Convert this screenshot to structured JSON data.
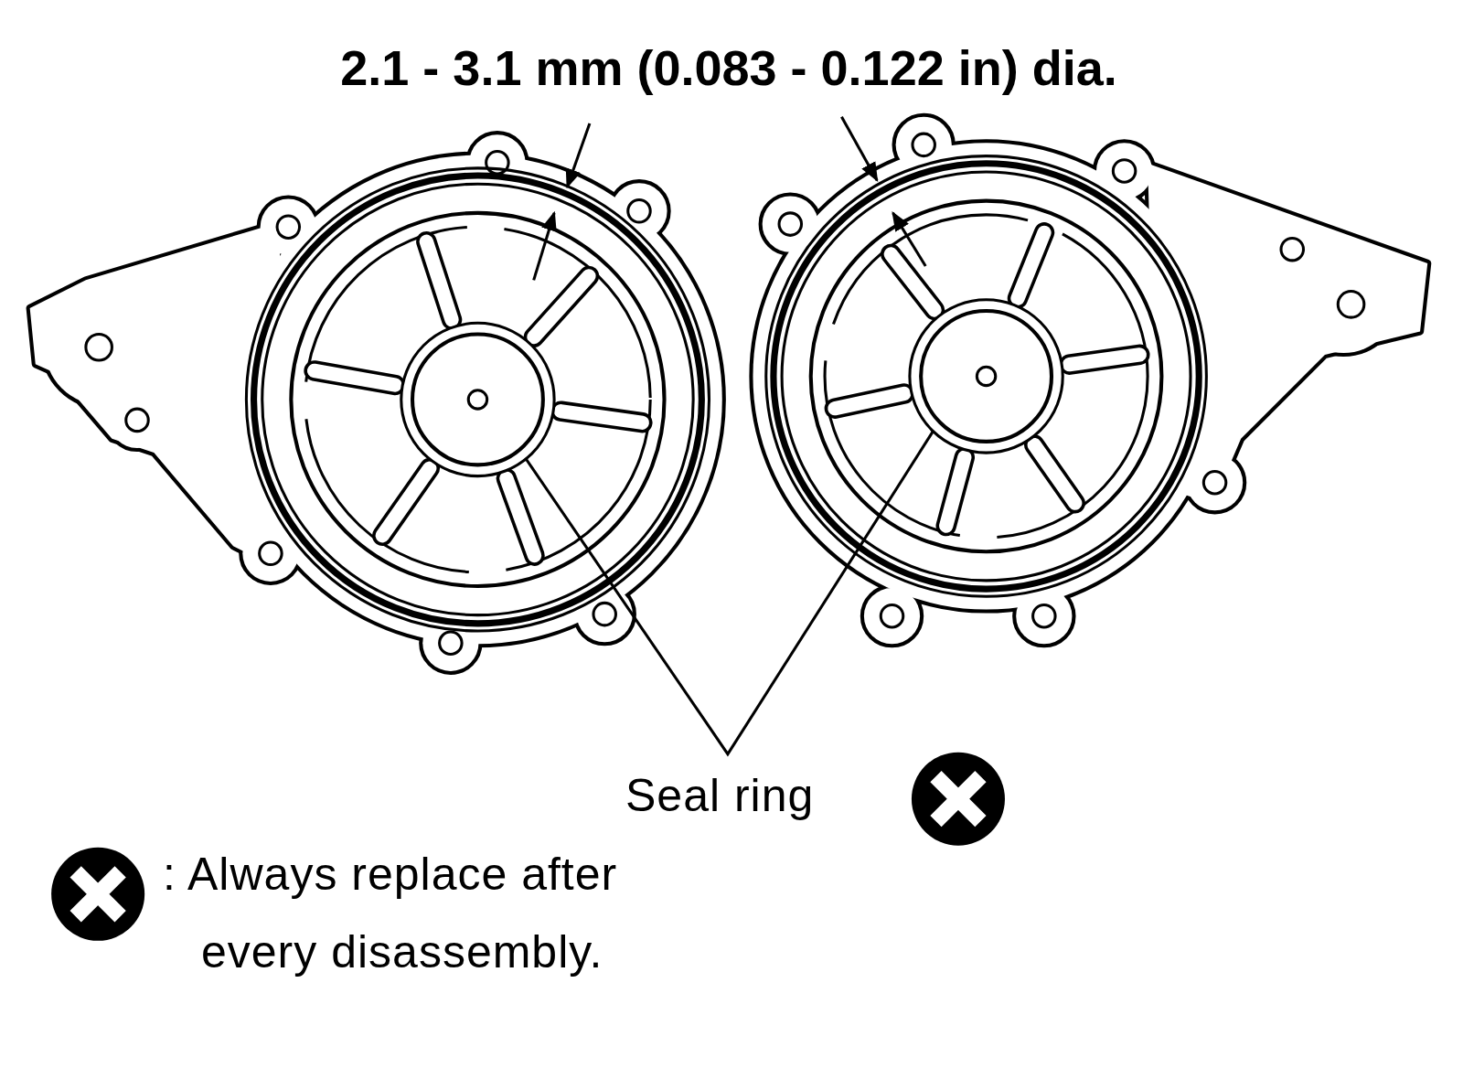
{
  "diagram": {
    "labels": [
      "2.1 - 3.1 mm (0.083 - 0.122 in) dia.",
      "Seal ring"
    ],
    "legend": [
      {
        "text": ": Always replace after every disassembly."
      }
    ]
  }
}
